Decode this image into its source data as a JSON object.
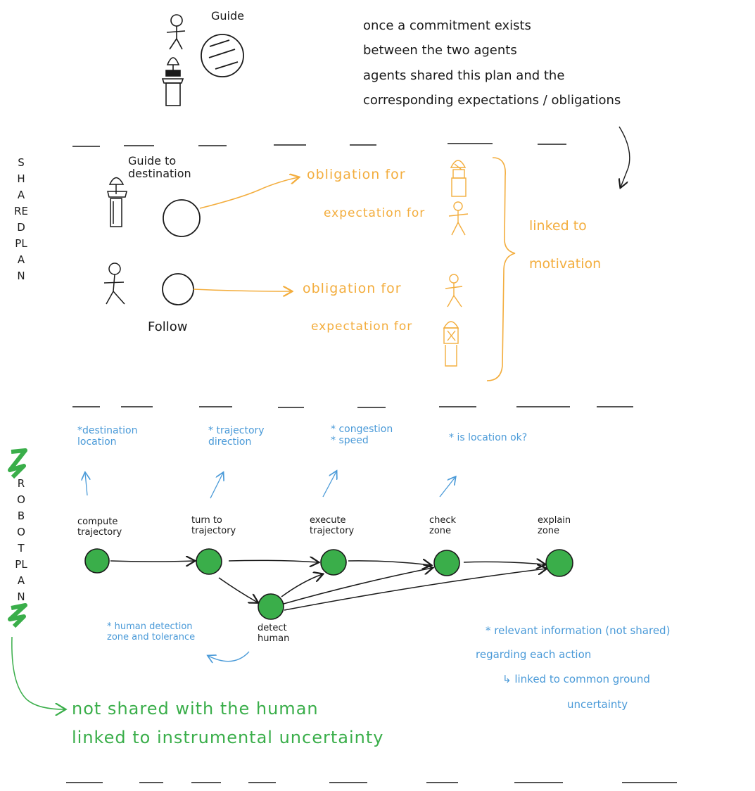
{
  "intro": {
    "guide_label": "Guide",
    "lines": [
      "once a commitment exists",
      "between the two agents",
      "agents shared this plan and the",
      "corresponding expectations / obligations"
    ]
  },
  "shared_plan": {
    "side_label": "SHARED PLAN",
    "guide_task_label": "Guide to\ndestination",
    "follow_task_label": "Follow",
    "guide_obligation": "obligation for",
    "guide_expectation": "expectation for",
    "follow_obligation": "obligation for",
    "follow_expectation": "expectation for",
    "motivation_note": "linked to\nmotivation"
  },
  "robot_plan": {
    "side_label": "ROBOT PLAN",
    "info_notes": [
      "*destination\nlocation",
      "* trajectory\ndirection",
      "* congestion\n* speed",
      "* is location ok?"
    ],
    "actions": [
      "compute\ntrajectory",
      "turn to\ntrajectory",
      "execute\ntrajectory",
      "check\nzone",
      "explain\nzone"
    ],
    "detect_label": "detect\nhuman",
    "detect_note": "* human detection\nzone and tolerance",
    "relevant_note": {
      "line1": "* relevant information (not shared)",
      "line2": "regarding each action",
      "line3": "↳ linked to common ground",
      "line4": "uncertainty"
    },
    "instrumental_note": {
      "line1": "not shared with the human",
      "line2": "linked to instrumental uncertainty"
    }
  },
  "colors": {
    "ink": "#1a1a1a",
    "obligation": "#f3ad3d",
    "info": "#4a9ad8",
    "robot_plan": "#3aae4a",
    "node_fill": "#3aae4a"
  },
  "icons": [
    "person-icon",
    "robot-icon",
    "task-circle-icon"
  ]
}
